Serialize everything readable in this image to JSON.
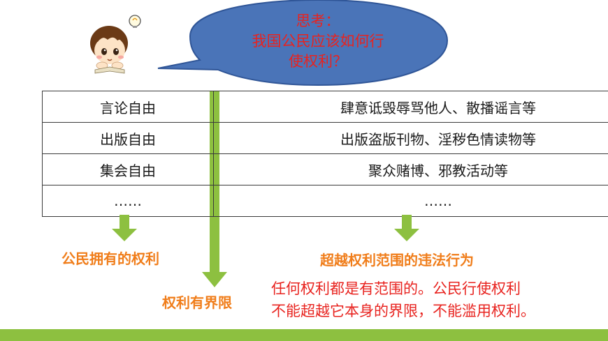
{
  "bubble": {
    "line1": "思考：",
    "line2": "我国公民应该如何行",
    "line3": "使权利？"
  },
  "table": {
    "rows": [
      {
        "right": "言论自由",
        "violation": "肆意诋毁辱骂他人、散播谣言等"
      },
      {
        "right": "出版自由",
        "violation": "出版盗版刊物、淫秽色情读物等"
      },
      {
        "right": "集会自由",
        "violation": "聚众赌博、邪教活动等"
      },
      {
        "right": "……",
        "violation": "……"
      }
    ]
  },
  "labels": {
    "left_result": "公民拥有的权利",
    "right_result": "超越权利范围的违法行为",
    "middle_result": "权利有界限"
  },
  "conclusion": {
    "line1": "任何权利都是有范围的。公民行使权利",
    "line2": "不能超越它本身的界限，不能滥用权利。"
  },
  "colors": {
    "bubble_fill": "#4a74b8",
    "red_text": "#e8231f",
    "orange_text": "#f07d1a",
    "green": "#8dc040"
  },
  "icons": {
    "avatar": "boy-thinking-icon",
    "idea": "lightbulb-icon"
  }
}
